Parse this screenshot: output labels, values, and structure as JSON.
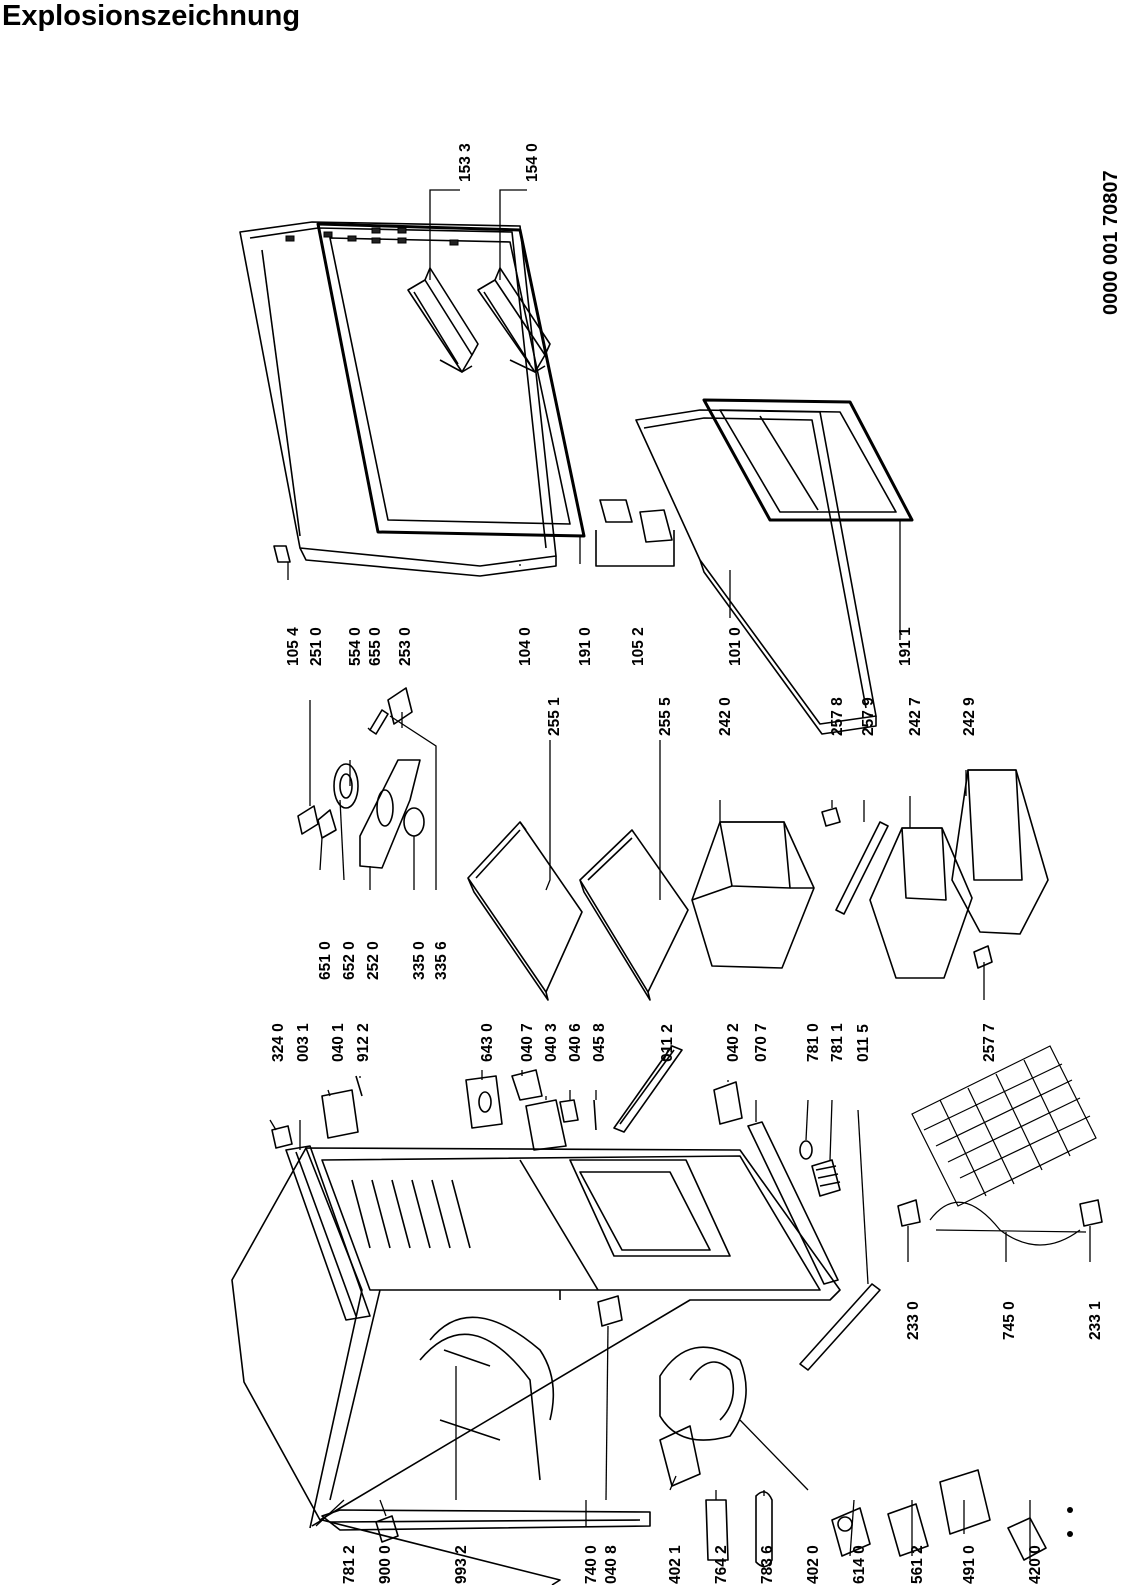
{
  "title": "Explosionszeichnung",
  "doc_number": "0000 001 70807",
  "labels": [
    {
      "id": "p1533",
      "text": "153 3"
    },
    {
      "id": "p1540",
      "text": "154 0"
    },
    {
      "id": "p1054",
      "text": "105 4"
    },
    {
      "id": "p2510",
      "text": "251 0"
    },
    {
      "id": "p5540",
      "text": "554 0"
    },
    {
      "id": "p6550",
      "text": "655 0"
    },
    {
      "id": "p2530",
      "text": "253 0"
    },
    {
      "id": "p1040",
      "text": "104 0"
    },
    {
      "id": "p1910",
      "text": "191 0"
    },
    {
      "id": "p1052",
      "text": "105 2"
    },
    {
      "id": "p1010",
      "text": "101 0"
    },
    {
      "id": "p1911",
      "text": "191 1"
    },
    {
      "id": "p3240",
      "text": "324 0"
    },
    {
      "id": "p0031",
      "text": "003 1"
    },
    {
      "id": "p0401",
      "text": "040 1"
    },
    {
      "id": "p9122",
      "text": "912 2"
    },
    {
      "id": "p6510",
      "text": "651 0"
    },
    {
      "id": "p6520",
      "text": "652 0"
    },
    {
      "id": "p2520",
      "text": "252 0"
    },
    {
      "id": "p3350",
      "text": "335 0"
    },
    {
      "id": "p3356",
      "text": "335 6"
    },
    {
      "id": "p2551",
      "text": "255 1"
    },
    {
      "id": "p2555",
      "text": "255 5"
    },
    {
      "id": "p2420",
      "text": "242 0"
    },
    {
      "id": "p2578",
      "text": "257 8"
    },
    {
      "id": "p2579",
      "text": "257 9"
    },
    {
      "id": "p2427",
      "text": "242 7"
    },
    {
      "id": "p2429",
      "text": "242 9"
    },
    {
      "id": "p6430",
      "text": "643 0"
    },
    {
      "id": "p0407",
      "text": "040 7"
    },
    {
      "id": "p0403",
      "text": "040 3"
    },
    {
      "id": "p0406",
      "text": "040 6"
    },
    {
      "id": "p0458",
      "text": "045 8"
    },
    {
      "id": "p0112",
      "text": "011 2"
    },
    {
      "id": "p0402",
      "text": "040 2"
    },
    {
      "id": "p0707",
      "text": "070 7"
    },
    {
      "id": "p7810",
      "text": "781 0"
    },
    {
      "id": "p7811",
      "text": "781 1"
    },
    {
      "id": "p0115",
      "text": "011 5"
    },
    {
      "id": "p2577",
      "text": "257 7"
    },
    {
      "id": "p2330",
      "text": "233 0"
    },
    {
      "id": "p7450",
      "text": "745 0"
    },
    {
      "id": "p2331",
      "text": "233 1"
    },
    {
      "id": "p7812",
      "text": "781 2"
    },
    {
      "id": "p9000",
      "text": "900 0"
    },
    {
      "id": "p9932",
      "text": "993 2"
    },
    {
      "id": "p7400",
      "text": "740 0"
    },
    {
      "id": "p0408",
      "text": "040 8"
    },
    {
      "id": "p4021",
      "text": "402 1"
    },
    {
      "id": "p7642",
      "text": "764 2"
    },
    {
      "id": "p7836",
      "text": "783 6"
    },
    {
      "id": "p4020",
      "text": "402 0"
    },
    {
      "id": "p6140",
      "text": "614 0"
    },
    {
      "id": "p5612",
      "text": "561 2"
    },
    {
      "id": "p4910",
      "text": "491 0"
    },
    {
      "id": "p4200",
      "text": "420 0"
    }
  ]
}
